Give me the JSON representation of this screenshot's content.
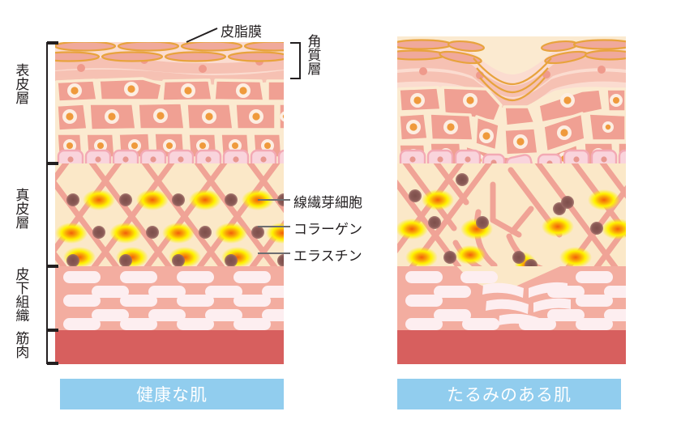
{
  "diagram": {
    "title_alt": "皮膚の断面図",
    "background": "#ffffff"
  },
  "colors": {
    "sebum_film": "#e8a33d",
    "corneum_cell": "#f0a99b",
    "corneum_bg": "#fbdcd0",
    "epidermis_cell": "#f0a093",
    "epidermis_bg": "#fbead0",
    "nucleus": "#ef9a3c",
    "nucleus_ring": "#fdeee2",
    "basal_cell": "#f9d4dc",
    "basal_outline": "#f3a9b4",
    "dermis_bg": "#fbe8c8",
    "collagen": "#f0a094",
    "elastin": "#8a5a56",
    "fibroblast_core": "#f07a18",
    "fibroblast_glow": "#fff200",
    "subcutaneous_bg": "#f3ada0",
    "fat_cell": "#fdeef0",
    "muscle": "#d75f5e",
    "caption_bg": "#91cdee",
    "caption_text": "#ffffff",
    "leader_line": "#6d6e71",
    "bracket": "#231f20",
    "label_text": "#231f20"
  },
  "left_brackets": [
    {
      "label": "表皮層",
      "id": "epidermis"
    },
    {
      "label": "真皮層",
      "id": "dermis"
    },
    {
      "label": "皮下組織",
      "id": "subcutaneous"
    },
    {
      "label": "筋肉",
      "id": "muscle"
    }
  ],
  "top_labels": {
    "sebum_film": "皮脂膜",
    "stratum_corneum": "角質層"
  },
  "callouts": [
    {
      "label": "線繊芽細胞",
      "id": "fibroblast"
    },
    {
      "label": "コラーゲン",
      "id": "collagen"
    },
    {
      "label": "エラスチン",
      "id": "elastin"
    }
  ],
  "panels": [
    {
      "id": "healthy",
      "caption": "健康な肌"
    },
    {
      "id": "sagging",
      "caption": "たるみのある肌"
    }
  ]
}
